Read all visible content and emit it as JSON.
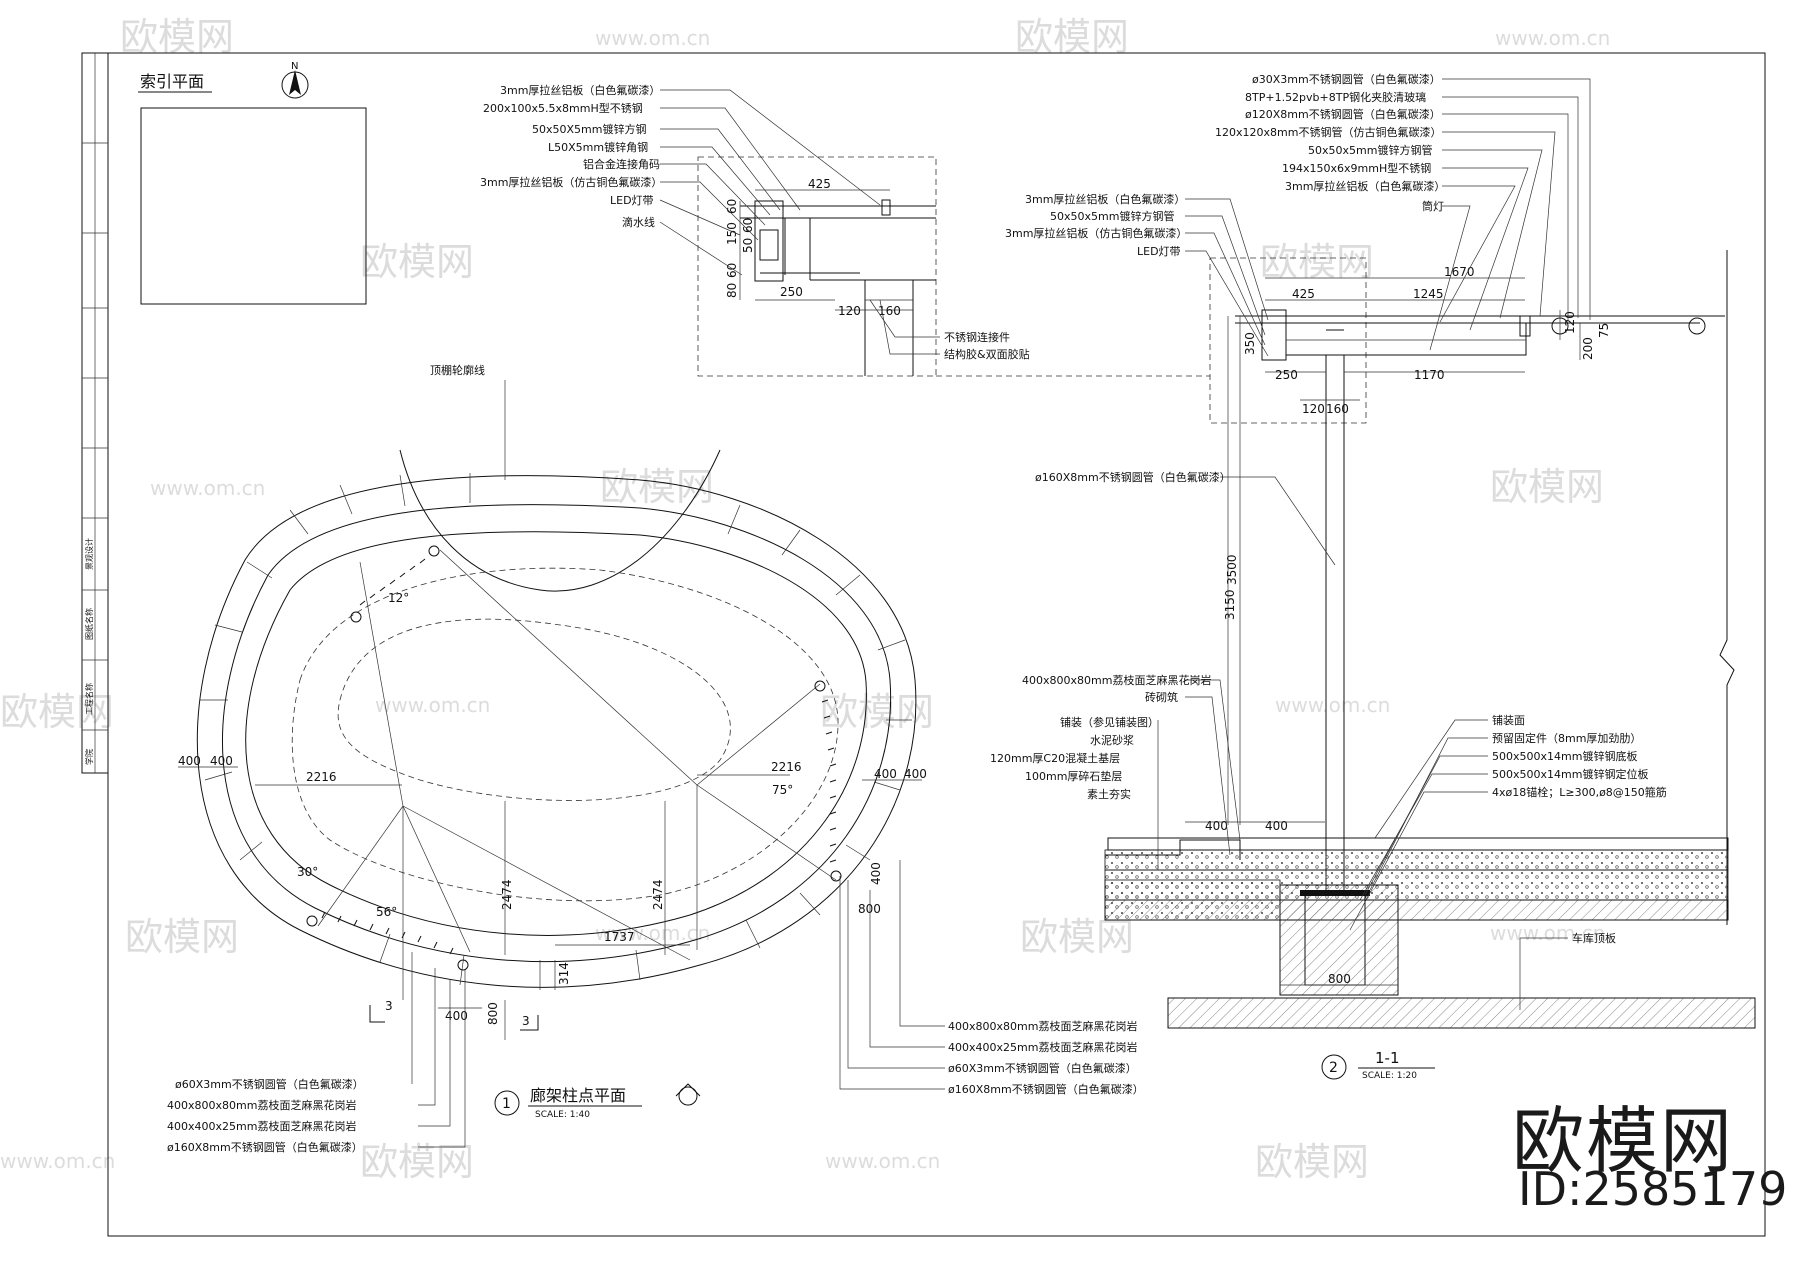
{
  "watermark": {
    "brand": "欧模网",
    "url": "www.om.cn",
    "id": "ID:2585179"
  },
  "index_plan": {
    "title": "索引平面",
    "north": "N"
  },
  "plan": {
    "title": "廊架柱点平面",
    "scale": "SCALE:  1:40",
    "number": "1",
    "outline_label": "顶棚轮廓线",
    "section_mark": "3",
    "dims": [
      "400",
      "400",
      "400",
      "400",
      "2216",
      "2216",
      "2474",
      "2474",
      "1737",
      "314",
      "400",
      "800",
      "400",
      "800"
    ],
    "angles": [
      "12°",
      "75°",
      "30°",
      "56°"
    ],
    "left_labels": [
      "ø60X3mm不锈钢圆管（白色氟碳漆）",
      "400x800x80mm荔枝面芝麻黑花岗岩",
      "400x400x25mm荔枝面芝麻黑花岗岩",
      "ø160X8mm不锈钢圆管（白色氟碳漆）"
    ],
    "right_labels": [
      "400x800x80mm荔枝面芝麻黑花岗岩",
      "400x400x25mm荔枝面芝麻黑花岗岩",
      "ø60X3mm不锈钢圆管（白色氟碳漆）",
      "ø160X8mm不锈钢圆管（白色氟碳漆）"
    ]
  },
  "detail_a": {
    "labels": [
      "3mm厚拉丝铝板（白色氟碳漆）",
      "200x100x5.5x8mmH型不锈钢",
      "50x50X5mm镀锌方钢",
      "L50X5mm镀锌角钢",
      "铝合金连接角码",
      "3mm厚拉丝铝板（仿古铜色氟碳漆）",
      "LED灯带",
      "滴水线"
    ],
    "right_labels": [
      "不锈钢连接件",
      "结构胶&双面胶贴"
    ],
    "dims": [
      "425",
      "60",
      "150",
      "60",
      "80",
      "60",
      "50",
      "250",
      "120",
      "160"
    ]
  },
  "section": {
    "title": "1-1",
    "scale": "SCALE:  1:20",
    "number": "2",
    "top_labels": [
      "ø30X3mm不锈钢圆管（白色氟碳漆）",
      "8TP+1.52pvb+8TP钢化夹胶清玻璃",
      "ø120X8mm不锈钢圆管（白色氟碳漆）",
      "120x120x8mm不锈钢管（仿古铜色氟碳漆）",
      "50x50x5mm镀锌方钢管",
      "194x150x6x9mmH型不锈钢",
      "3mm厚拉丝铝板（白色氟碳漆）",
      "筒灯"
    ],
    "left_top_labels": [
      "3mm厚拉丝铝板（白色氟碳漆）",
      "50x50x5mm镀锌方钢管",
      "3mm厚拉丝铝板（仿古铜色氟碳漆）",
      "LED灯带"
    ],
    "column_label": "ø160X8mm不锈钢圆管（白色氟碳漆）",
    "paving_labels": [
      "400x800x80mm荔枝面芝麻黑花岗岩",
      "砖砌筑"
    ],
    "layer_labels": [
      "铺装（参见铺装图）",
      "水泥砂浆",
      "120mm厚C20混凝土基层",
      "100mm厚碎石垫层",
      "素土夯实"
    ],
    "foot_labels": [
      "铺装面",
      "预留固定件（8mm厚加劲肋）",
      "500x500x14mm镀锌钢底板",
      "500x500x14mm镀锌钢定位板",
      "4xø18锚栓；L≥300,ø8@150箍筋"
    ],
    "garage_label": "车库顶板",
    "dims": [
      "1670",
      "425",
      "1245",
      "120",
      "75",
      "200",
      "350",
      "250",
      "1170",
      "120",
      "160",
      "3150",
      "3500",
      "400",
      "400",
      "800"
    ]
  },
  "title_strip": [
    "学院",
    "工程名称",
    "图纸名称",
    "景观设计"
  ]
}
